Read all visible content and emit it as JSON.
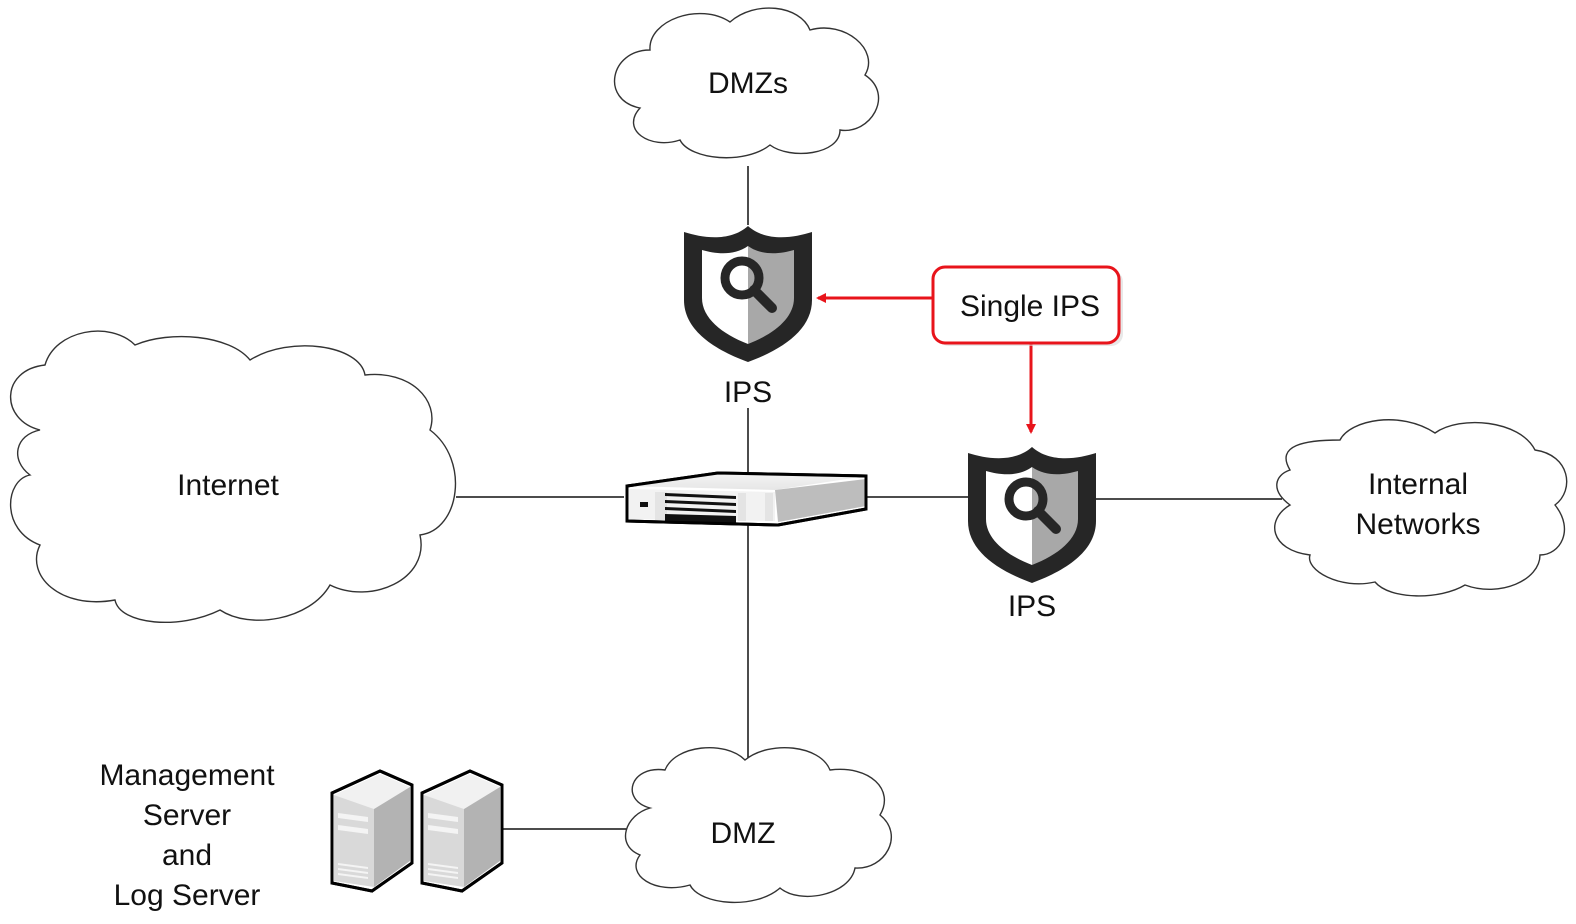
{
  "diagram": {
    "title": "Single IPS deployment",
    "nodes": {
      "dmzs_cloud": {
        "label": "DMZs",
        "type": "cloud"
      },
      "internet_cloud": {
        "label": "Internet",
        "type": "cloud"
      },
      "internal_cloud": {
        "label_line1": "Internal",
        "label_line2": "Networks",
        "type": "cloud"
      },
      "dmz_cloud": {
        "label": "DMZ",
        "type": "cloud"
      },
      "ips_top": {
        "label": "IPS",
        "type": "ips-shield"
      },
      "ips_right": {
        "label": "IPS",
        "type": "ips-shield"
      },
      "firewall": {
        "label": "",
        "type": "gateway-appliance"
      },
      "servers": {
        "label_lines": [
          "Management",
          "Server",
          "and",
          "Log Server"
        ],
        "type": "server-pair"
      }
    },
    "callout": {
      "label": "Single IPS",
      "color": "#e8141b"
    },
    "edges": [
      {
        "from": "dmzs_cloud",
        "to": "ips_top"
      },
      {
        "from": "ips_top",
        "to": "firewall"
      },
      {
        "from": "internet_cloud",
        "to": "firewall"
      },
      {
        "from": "firewall",
        "to": "ips_right"
      },
      {
        "from": "ips_right",
        "to": "internal_cloud"
      },
      {
        "from": "firewall",
        "to": "dmz_cloud"
      },
      {
        "from": "servers",
        "to": "dmz_cloud"
      },
      {
        "from": "callout",
        "to": "ips_top",
        "style": "red-arrow"
      },
      {
        "from": "callout",
        "to": "ips_right",
        "style": "red-arrow"
      }
    ]
  }
}
